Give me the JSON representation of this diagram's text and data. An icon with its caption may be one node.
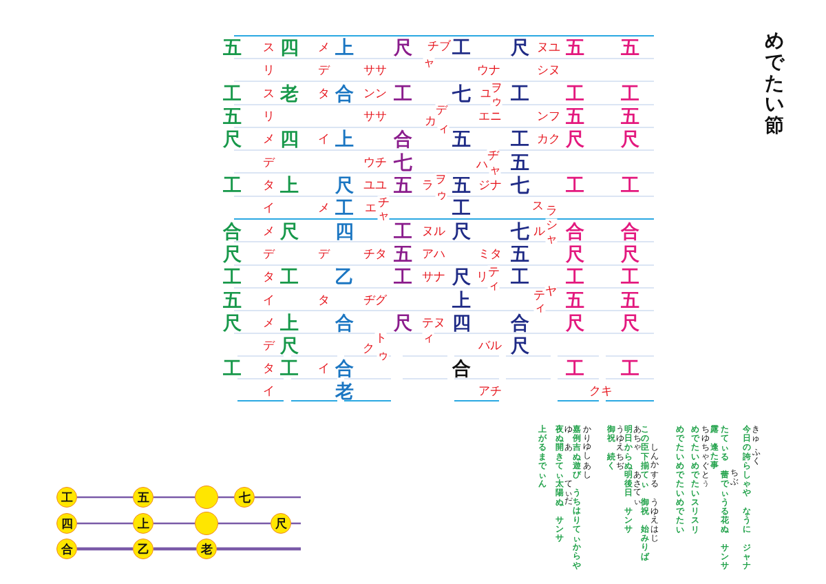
{
  "diagram": {
    "title": "めでたい節",
    "nodes": [
      {
        "text": [
          "工"
        ]
      },
      {
        "text": [
          "五"
        ]
      },
      {
        "text": [],
        "shape": "circle"
      },
      {
        "text": [
          "七"
        ]
      },
      {
        "text": [
          "四"
        ]
      },
      {
        "text": [
          "上"
        ]
      },
      {
        "text": [],
        "shape": "circle"
      },
      {
        "text": [
          "尺"
        ]
      },
      {
        "text": [
          "合"
        ]
      },
      {
        "text": [
          "乙"
        ]
      },
      {
        "text": [
          "老"
        ]
      }
    ],
    "edges": [
      {
        "from": 0,
        "to": 1,
        "arrow": "none"
      },
      {
        "from": 1,
        "to": 2,
        "arrow": "none"
      },
      {
        "from": 2,
        "to": 3,
        "arrow": "none"
      },
      {
        "from": 3,
        "to": null,
        "arrow": "none"
      },
      {
        "from": 4,
        "to": 5,
        "arrow": "none"
      },
      {
        "from": 5,
        "to": 6,
        "arrow": "none"
      },
      {
        "from": 6,
        "to": 7,
        "arrow": "none"
      },
      {
        "from": 7,
        "to": null,
        "arrow": "none"
      },
      {
        "from": 8,
        "to": 9,
        "arrow": "none",
        "style": "thick"
      },
      {
        "from": 9,
        "to": 10,
        "arrow": "none",
        "style": "thick"
      },
      {
        "from": 10,
        "to": null,
        "arrow": "none",
        "style": "thick"
      }
    ],
    "labels": [
      "五",
      "ス",
      "四",
      "メ",
      "上",
      "尺",
      "チブ",
      "ャ",
      "工",
      "尺",
      "ヌユ",
      "五",
      "五",
      "リ",
      "デ",
      "ササ",
      "ウナ",
      "シヌ",
      "工",
      "ス",
      "老",
      "タ",
      "合",
      "ンン",
      "工",
      "七",
      "ユ",
      "ヲ",
      "ゥ",
      "工",
      "工",
      "工",
      "五",
      "リ",
      "ササ",
      "カ",
      "デ",
      "ィ",
      "エニ",
      "ンフ",
      "五",
      "五",
      "尺",
      "メ",
      "四",
      "イ",
      "上",
      "合",
      "五",
      "工",
      "カク",
      "尺",
      "尺",
      "デ",
      "ウチ",
      "七",
      "ハ",
      "ヂ",
      "ャ",
      "五",
      "工",
      "タ",
      "上",
      "尺",
      "ユユ",
      "五",
      "ラ",
      "ヲ",
      "ゥ",
      "五",
      "ジナ",
      "七",
      "工",
      "工",
      "イ",
      "メ",
      "工",
      "エ",
      "チ",
      "ャ",
      "工",
      "ス",
      "ラ",
      "合",
      "メ",
      "尺",
      "四",
      "工",
      "ヌル",
      "尺",
      "七",
      "ル",
      "シ",
      "ャ",
      "合",
      "合",
      "尺",
      "デ",
      "デ",
      "チタ",
      "五",
      "アハ",
      "ミタ",
      "五",
      "尺",
      "尺",
      "工",
      "タ",
      "工",
      "乙",
      "工",
      "サナ",
      "尺",
      "リ",
      "テ",
      "ィ",
      "工",
      "工",
      "工",
      "五",
      "イ",
      "タ",
      "ヂグ",
      "上",
      "テ",
      "ヤ",
      "ィ",
      "五",
      "五",
      "尺",
      "メ",
      "上",
      "合",
      "尺",
      "テヌ",
      "ィ",
      "四",
      "合",
      "尺",
      "尺",
      "デ",
      "尺",
      "ク",
      "ト",
      "ゥ",
      "バル",
      "尺",
      "工",
      "タ",
      "工",
      "イ",
      "合",
      "合",
      "工",
      "工",
      "イ",
      "老",
      "アチ",
      "クキ",
      "上がるまでぃん",
      "夜ぬ開きてぃ太陽ぬ",
      "サンサ",
      "ゆ",
      "あ",
      "てぃだ",
      "嘉例吉ぬ遊び",
      "うちはりてぃからや",
      "かりゆし",
      "あし",
      "御祝",
      "続く",
      "うゆえ",
      "ちぢ",
      "明日からぬ明後日",
      "サンサ",
      "あちゃ",
      "あさてぃ",
      "この臣下揃てぃ",
      "御祝",
      "始みりば",
      "しんか",
      "する",
      "うゆえ",
      "はじ",
      "めでたい",
      "めでたい",
      "めでたい",
      "めでたい",
      "めでたい",
      "スリスリ",
      "露",
      "逢た事",
      "ちゆ",
      "ちゃ",
      "ぐとぅ",
      "たてぃる",
      "蕾でぃうる花ぬ",
      "サンサ",
      "ちぶ",
      "今日の誇らしゃや",
      "なうに",
      "ジャナ",
      "きゅ",
      "ふく"
    ]
  }
}
